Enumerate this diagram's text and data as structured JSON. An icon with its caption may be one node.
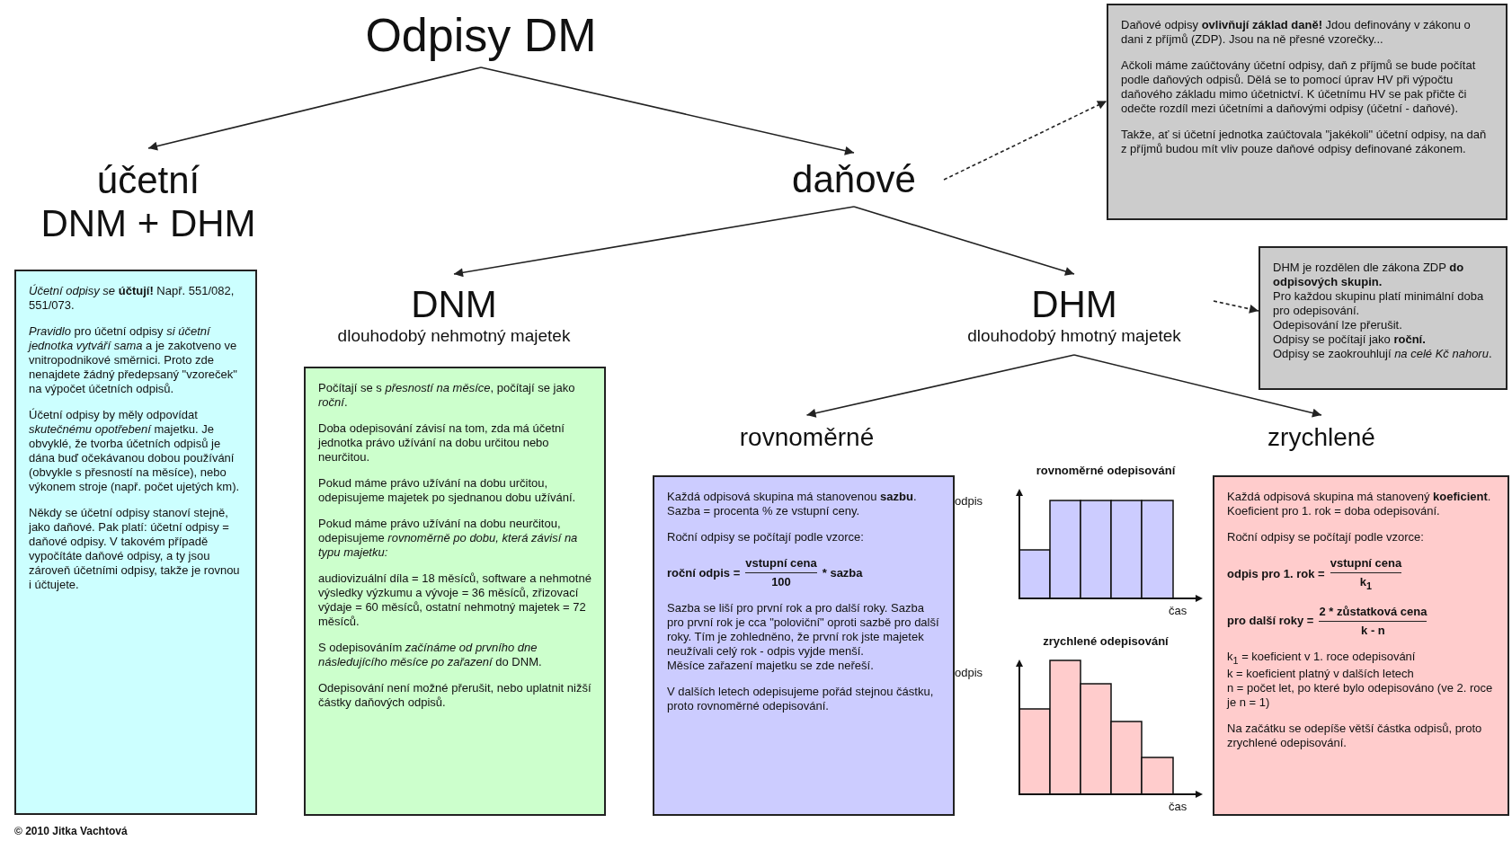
{
  "diagram": {
    "nodes": [
      {
        "text": [
          "Odpisy DM"
        ]
      },
      {
        "text": [
          "účetní DNM + DHM"
        ]
      },
      {
        "text": [
          "daňové"
        ]
      },
      {
        "text": [
          "Daňové odpisy **ovlivňují základ daně!** Jdou definovány v zákonu o dani z příjmů (ZDP). Jsou na ně přesné vzorečky...",
          "Ačkoli máme zaúčtovány účetní odpisy, daň z příjmů se bude počítat podle daňových odpisů. Dělá se to pomocí úprav HV při výpočtu daňového základu mimo účetnictví. K účetnímu HV se pak přičte či odečte rozdíl mezi účetními a daňovými odpisy (účetní - daňové).",
          "Takže, ať si účetní jednotka zaúčtovala \"jakékoli\" účetní odpisy, na daň z příjmů budou mít vliv pouze daňové odpisy definované zákonem."
        ]
      },
      {
        "text": [
          "*Účetní odpisy se* **účtují!** Např. 551/082, 551/073.",
          "*Pravidlo* pro účetní odpisy *si účetní jednotka vytváří sama* a je zakotveno ve vnitropodnikové směrnici. Proto zde nenajdete žádný předepsaný \"vzoreček\" na výpočet účetních odpisů.",
          "Účetní odpisy by měly odpovídat *skutečnému opotřebení* majetku. Je obvyklé, že tvorba účetních odpisů je dána buď očekávanou dobou používání (obvykle s přesností na měsíce), nebo výkonem stroje (např. počet ujetých km).",
          "Někdy se účetní odpisy stanoví stejně, jako daňové. Pak platí: účetní odpisy = daňové odpisy. V takovém případě vypočítáte daňové odpisy, a ty jsou zároveň účetními odpisy, takže je rovnou i účtujete."
        ]
      },
      {
        "text": [
          "DNM",
          "dlouhodobý nehmotný majetek"
        ]
      },
      {
        "text": [
          "DHM",
          "dlouhodobý hmotný majetek"
        ]
      },
      {
        "text": [
          "DHM je rozdělen dle zákona ZDP **do odpisových skupin.**",
          "Pro každou skupinu platí minimální doba pro odepisování.",
          "Odepisování lze přerušit.",
          "Odpisy se počítají jako **roční.**",
          "Odpisy se zaokrouhlují *na celé Kč nahoru*."
        ]
      },
      {
        "text": [
          "Počítají se s *přesností na měsíce*, počítají se jako *roční*.",
          "Doba odepisování závisí na tom, zda má účetní jednotka právo užívání na dobu určitou nebo neurčitou.",
          "Pokud máme právo užívání na dobu určitou, odepisujeme majetek po sjednanou dobu užívání.",
          "Pokud máme právo užívání na dobu neurčitou, odepisujeme *rovnoměrně po dobu, která závisí na typu majetku:*",
          "audiovizuální díla = 18 měsíců, software a nehmotné výsledky výzkumu a vývoje = 36 měsíců, zřizovací výdaje = 60 měsíců, ostatní nehmotný majetek = 72 měsíců.",
          "S odepisováním *začínáme od prvního dne následujícího měsíce po zařazení* do DNM.",
          "Odepisování není možné přerušit, nebo uplatnit nižší částky daňových odpisů."
        ]
      },
      {
        "text": [
          "rovnoměrné"
        ]
      },
      {
        "text": [
          "zrychlené"
        ]
      },
      {
        "text": [
          "Každá odpisová skupina má stanovenou **sazbu**.",
          "Sazba = procenta % ze vstupní ceny.",
          "Roční odpisy se počítají podle vzorce:",
          "roční odpis =",
          "vstupní cena",
          "100",
          "* sazba",
          "Sazba se liší pro první rok a pro další roky. Sazba pro první rok je cca \"poloviční\" oproti sazbě pro další roky. Tím je zohledněno, že první rok jste majetek neužívali celý rok - odpis vyjde menší.",
          "Měsíce zařazení majetku se zde neřeší.",
          "V dalších letech odepisujeme pořád stejnou částku, proto rovnoměrné odepisování."
        ]
      },
      {
        "text": [
          "Každá odpisová skupina má stanovený **koeficient**.",
          "Koeficient pro 1. rok = doba odepisování.",
          "Roční odpisy se počítají podle vzorce:",
          "odpis pro 1. rok =",
          "vstupní cena",
          "k$_{1}$",
          "pro další roky =",
          "2 * zůstatková cena",
          "k - n",
          "k$_{1}$ = koeficient v 1. roce odepisování",
          "k = koeficient platný v dalších letech",
          "n = počet let, po které bylo odepisováno (ve 2. roce je n = 1)",
          "Na začátku se odepíše větší částka odpisů, proto zrychlené odepisování."
        ]
      }
    ],
    "edges": [
      {
        "from": 0,
        "to": 1,
        "arrow": "to"
      },
      {
        "from": 0,
        "to": 2,
        "arrow": "to"
      },
      {
        "from": 2,
        "to": 3,
        "arrow": "to",
        "style": "dashed"
      },
      {
        "from": 2,
        "to": 5,
        "arrow": "to"
      },
      {
        "from": 2,
        "to": 6,
        "arrow": "to"
      },
      {
        "from": 6,
        "to": 7,
        "arrow": "to",
        "style": "dashed"
      },
      {
        "from": 6,
        "to": 9,
        "arrow": "to"
      },
      {
        "from": 6,
        "to": 10,
        "arrow": "to"
      }
    ],
    "labels": [
      "rovnoměrné odepisování",
      "odpis",
      "čas",
      "zrychlené odepisování",
      "odpis",
      "čas",
      "© 2010 Jitka Vachtová"
    ]
  }
}
